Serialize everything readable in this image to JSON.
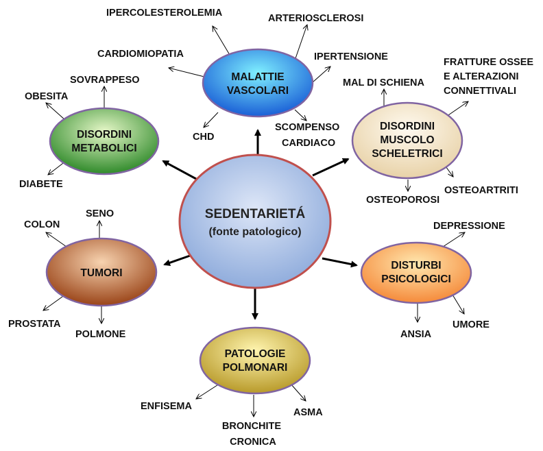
{
  "center": {
    "line1": "SEDENTARIETÁ",
    "line2": "(fonte patologico)"
  },
  "nodes": [
    {
      "id": "vascolari",
      "lines": [
        "MALATTIE",
        "VASCOLARI"
      ],
      "color_light": "#7ff0ff",
      "color_dark": "#1a5fd6"
    },
    {
      "id": "muscolo",
      "lines": [
        "DISORDINI",
        "MUSCOLO",
        "SCHELETRICI"
      ],
      "color_light": "#fffaf0",
      "color_dark": "#e8d2a8"
    },
    {
      "id": "psicologici",
      "lines": [
        "DISTURBI",
        "PSICOLOGICI"
      ],
      "color_light": "#ffe8b0",
      "color_dark": "#f58a3a"
    },
    {
      "id": "polmonari",
      "lines": [
        "PATOLOGIE",
        "POLMONARI"
      ],
      "color_light": "#fff5b0",
      "color_dark": "#b89a2a"
    },
    {
      "id": "tumori",
      "lines": [
        "TUMORI"
      ],
      "color_light": "#f7d3b0",
      "color_dark": "#9a4418"
    },
    {
      "id": "metabolici",
      "lines": [
        "DISORDINI",
        "METABOLICI"
      ],
      "color_light": "#e6f7c8",
      "color_dark": "#2f8a2a"
    }
  ],
  "leaves": {
    "vascolari": [
      "IPERCOLESTEROLEMIA",
      "ARTERIOSCLEROSI",
      "CARDIOMIOPATIA",
      "IPERTENSIONE",
      "CHD",
      "SCOMPENSO CARDIACO"
    ],
    "muscolo": [
      "MAL DI SCHIENA",
      "FRATTURE OSSEE E ALTERAZIONI CONNETTIVALI",
      "OSTEOPOROSI",
      "OSTEOARTRITI"
    ],
    "psicologici": [
      "DEPRESSIONE",
      "ANSIA",
      "UMORE"
    ],
    "polmonari": [
      "ENFISEMA",
      "BRONCHITE CRONICA",
      "ASMA"
    ],
    "tumori": [
      "SENO",
      "COLON",
      "PROSTATA",
      "POLMONE"
    ],
    "metabolici": [
      "SOVRAPPESO",
      "OBESITA",
      "DIABETE"
    ]
  },
  "colors": {
    "center_light": "#dde6f7",
    "center_dark": "#8aa8da",
    "center_border": "#c0504d",
    "node_border": "#8064a2"
  }
}
